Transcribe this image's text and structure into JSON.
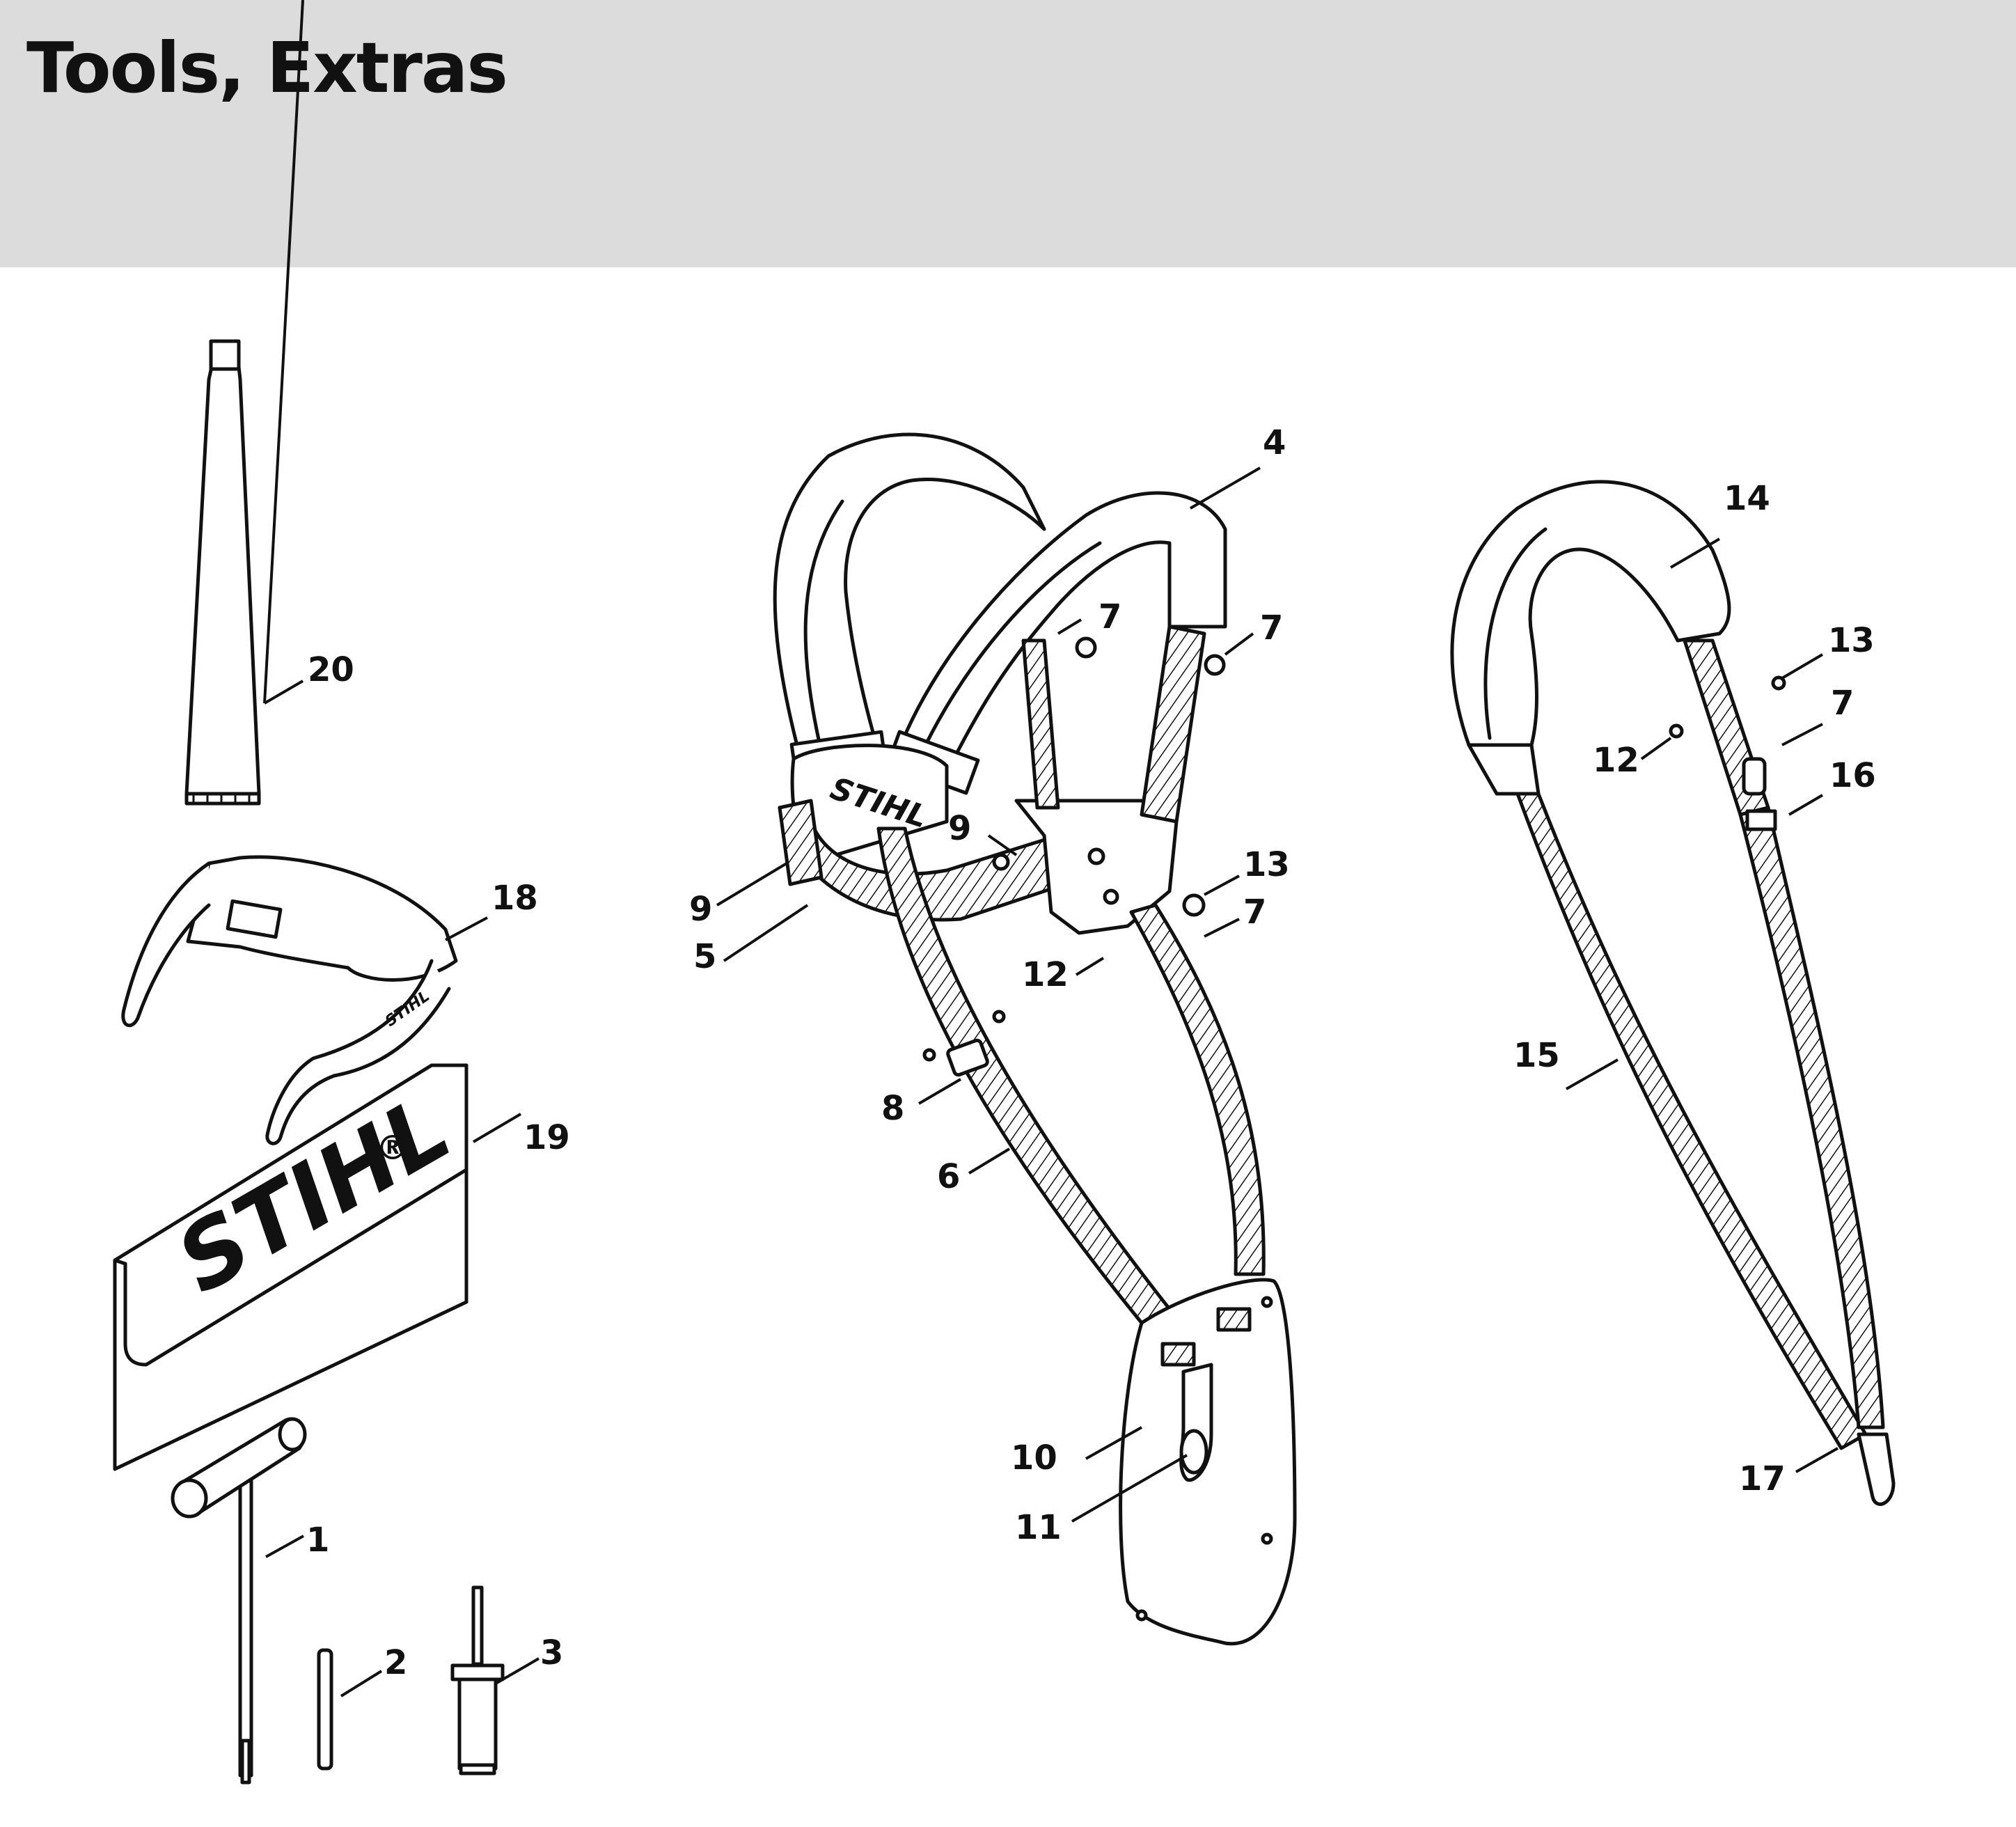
{
  "header": {
    "title": "Tools, Extras"
  },
  "brand_marks": {
    "harness": "STIHL",
    "glasses": "STIHL",
    "pouch": "STIHL"
  },
  "callouts": {
    "c1": "1",
    "c2": "2",
    "c3": "3",
    "c4": "4",
    "c5": "5",
    "c6": "6",
    "c7a": "7",
    "c7b": "7",
    "c7c": "7",
    "c7d": "7",
    "c8": "8",
    "c9a": "9",
    "c9b": "9",
    "c10": "10",
    "c11": "11",
    "c12a": "12",
    "c12b": "12",
    "c13a": "13",
    "c13b": "13",
    "c14": "14",
    "c15": "15",
    "c16": "16",
    "c17": "17",
    "c18": "18",
    "c19": "19",
    "c20": "20"
  }
}
